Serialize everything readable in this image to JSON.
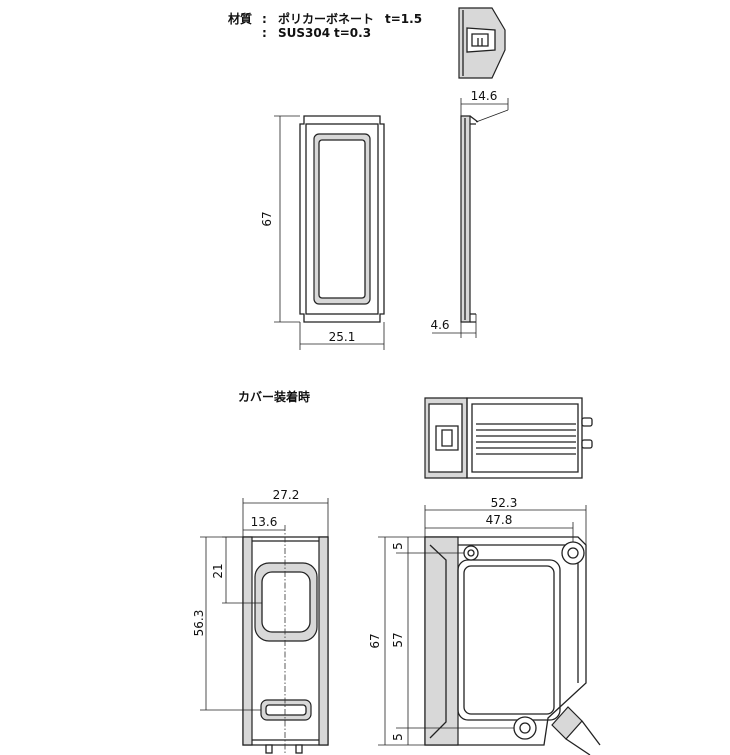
{
  "material": {
    "title": "材質",
    "colon": ":",
    "line1_material": "ポリカーボネート",
    "line1_thickness": "t=1.5",
    "line2_material": "SUS304",
    "line2_thickness": "t=0.3"
  },
  "cover_mounted_label": "カバー装着時",
  "dimensions": {
    "cover_height": "67",
    "cover_width": "25.1",
    "cover_depth": "14.6",
    "cover_lip": "4.6",
    "front_overall_width": "27.2",
    "front_window_offset": "13.6",
    "front_window_top": "21",
    "front_height": "56.3",
    "side_overall_width": "52.3",
    "side_body_width": "47.8",
    "side_height": "67",
    "side_inner_height": "57",
    "side_top_margin": "5",
    "side_bottom_margin": "5"
  }
}
